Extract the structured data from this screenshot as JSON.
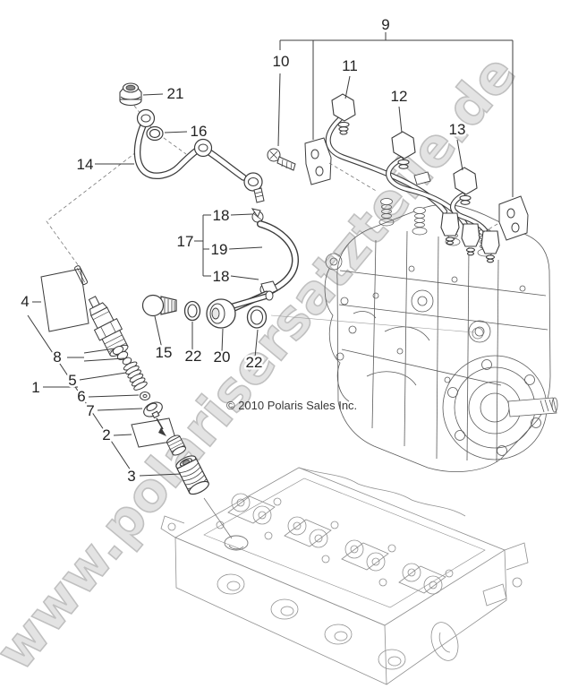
{
  "diagram": {
    "watermark": "www.polarisersatzteile.de",
    "copyright": "© 2010 Polaris Sales Inc.",
    "callouts": [
      {
        "label": "21"
      },
      {
        "label": "16"
      },
      {
        "label": "14"
      },
      {
        "label": "9"
      },
      {
        "label": "10"
      },
      {
        "label": "11"
      },
      {
        "label": "12"
      },
      {
        "label": "13"
      },
      {
        "label": "18"
      },
      {
        "label": "17"
      },
      {
        "label": "19"
      },
      {
        "label": "18"
      },
      {
        "label": "15"
      },
      {
        "label": "22"
      },
      {
        "label": "20"
      },
      {
        "label": "22"
      },
      {
        "label": "4"
      },
      {
        "label": "8"
      },
      {
        "label": "1"
      },
      {
        "label": "5"
      },
      {
        "label": "6"
      },
      {
        "label": "7"
      },
      {
        "label": "2"
      },
      {
        "label": "3"
      }
    ],
    "colors": {
      "background": "#ffffff",
      "part_line": "#3c3c3c",
      "engine_line": "#5a5a5a",
      "head_line": "#8f8f8f",
      "label_text": "#232323",
      "watermark_fill": "#e3e3e3",
      "watermark_stroke": "#c0c0c0"
    }
  }
}
